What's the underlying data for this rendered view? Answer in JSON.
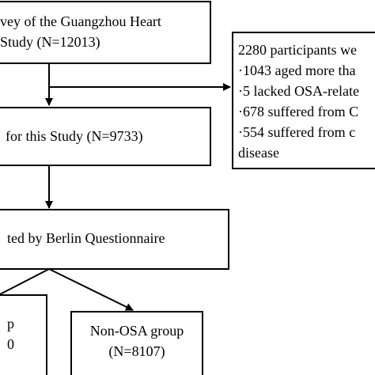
{
  "flowchart": {
    "box_survey": {
      "line1": "vey of the Guangzhou Heart",
      "line2": "Study (N=12013)"
    },
    "box_excluded": {
      "line1": "2280 participants we",
      "line2": "·1043 aged more tha",
      "line3": "·5 lacked OSA-relate",
      "line4": "·678 suffered from C",
      "line5": "·554 suffered from c",
      "line6": "disease"
    },
    "box_included": {
      "line1": "for this Study (N=9733)"
    },
    "box_berlin": {
      "line1": "ted by Berlin Questionnaire"
    },
    "box_osa": {
      "line1": "p",
      "line2": "0"
    },
    "box_non_osa": {
      "line1": "Non-OSA group",
      "line2": "(N=8107)"
    }
  }
}
